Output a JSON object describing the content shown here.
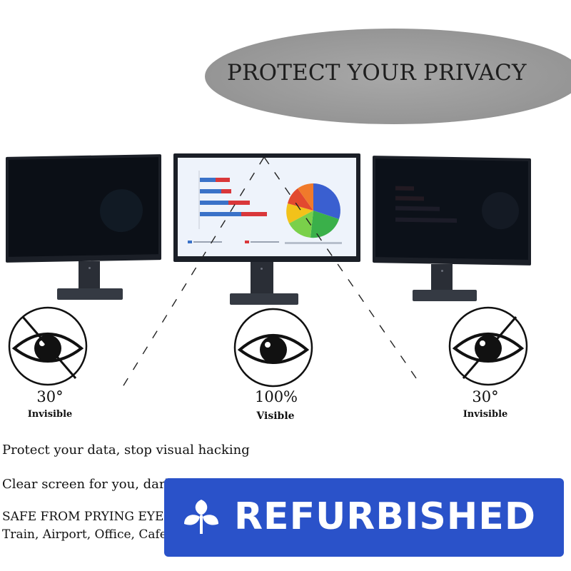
{
  "banner": {
    "title": "PROTECT YOUR PRIVACY"
  },
  "views": [
    {
      "percent": "30°",
      "label": "Invisible"
    },
    {
      "percent": "100%",
      "label": "Visible"
    },
    {
      "percent": "30°",
      "label": "Invisible"
    }
  ],
  "description": {
    "line1": "Protect your data, stop visual hacking",
    "line2": "Clear screen for you, dark",
    "line3": "SAFE FROM PRYING EYES",
    "line4": "Train, Airport, Office, Cafe"
  },
  "badge": {
    "text": "REFURBISHED",
    "icon": "leaf-sprout-icon"
  },
  "colors": {
    "badge_blue": "#2a52c9",
    "banner_gray": "#9a9a9a",
    "bezel": "#1b1f27",
    "bar_red": "#d9373a",
    "bar_blue": "#3a72c8"
  }
}
